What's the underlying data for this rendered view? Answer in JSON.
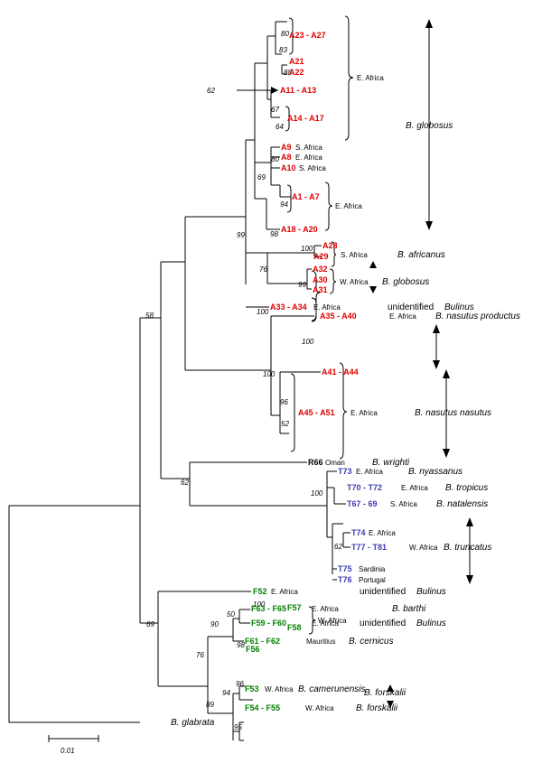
{
  "colors": {
    "red": "#e00000",
    "blue": "#3c3cb4",
    "green": "#008000",
    "black": "#000000"
  },
  "taxa": {
    "a23": "A23  -  A27",
    "a21": "A21",
    "a22": "A22",
    "a11": "A11  -  A13",
    "a14": "A14  -  A17",
    "a9": "A9",
    "a8": "A8",
    "a10": "A10",
    "a1": "A1  -  A7",
    "a18": "A18  -  A20",
    "a28": "A28",
    "a29": "A29",
    "a32": "A32",
    "a30": "A30",
    "a31": "A31",
    "a33": "A33  -  A34",
    "a35": "A35  -  A40",
    "a41": "A41  -  A44",
    "a45": "A45  -  A51",
    "r66": "R66",
    "t73": "T73",
    "t70": "T70  -  T72",
    "t67": "T67  -  69",
    "t74": "T74",
    "t77": "T77  -  T81",
    "t75": "T75",
    "t76": "T76",
    "f52": "F52",
    "f63": "F63  -  F65",
    "f59": "F59  -  F60",
    "f61": "F61  -  F62",
    "f57": "F57",
    "f58": "F58",
    "f56": "F56",
    "f53": "F53",
    "f54": "F54  -  F55"
  },
  "regions": {
    "e_africa": "E.  Africa",
    "s_africa": "S.  Africa",
    "w_africa": "W.  Africa",
    "oman": "Oman",
    "mauritius": "Mauritius",
    "sardinia": "Sardinia",
    "portugal": "Portugal"
  },
  "species": {
    "globosus": "B.  globosus",
    "africanus": "B.  africanus",
    "globosus2": "B.  globosus",
    "unidentified": "unidentified",
    "bulinus": "Bulinus",
    "nasutus_productus": "B.  nasutus  productus",
    "nasutus_nasutus": "B.  nasutus  nasutus",
    "wrighti": "B.  wrighti",
    "nyassanus": "B.  nyassanus",
    "tropicus": "B.  tropicus",
    "natalensis": "B.  natalensis",
    "truncatus": "B.  truncatus",
    "barthi": "B.  barthi",
    "cernicus": "B.  cernicus",
    "forskalii": "B.  forskalii",
    "camerunensis": "B.  camerunensis",
    "forskalii2": "B.  forskalii",
    "glabrata": "B.  glabrata"
  },
  "bootstrap": {
    "b80a": "80",
    "b83": "83",
    "b88": "88",
    "b62a": "62",
    "b67": "67",
    "b64": "64",
    "b80b": "80",
    "b69a": "69",
    "b94a": "94",
    "b98a": "98",
    "b99a": "99",
    "b100a": "100",
    "b76a": "76",
    "b99b": "99",
    "b100b": "100",
    "b58": "58",
    "b100c": "100",
    "b100d": "100",
    "b96a": "96",
    "b52a": "52",
    "b62b": "62",
    "b100e": "100",
    "b62c": "62",
    "b50": "50",
    "b100f": "100",
    "b90": "90",
    "b98b": "98",
    "b69b": "69",
    "b76b": "76",
    "b96b": "96",
    "b89": "89",
    "b94b": "94",
    "b95": "95"
  },
  "scale": {
    "label": "0.01"
  }
}
